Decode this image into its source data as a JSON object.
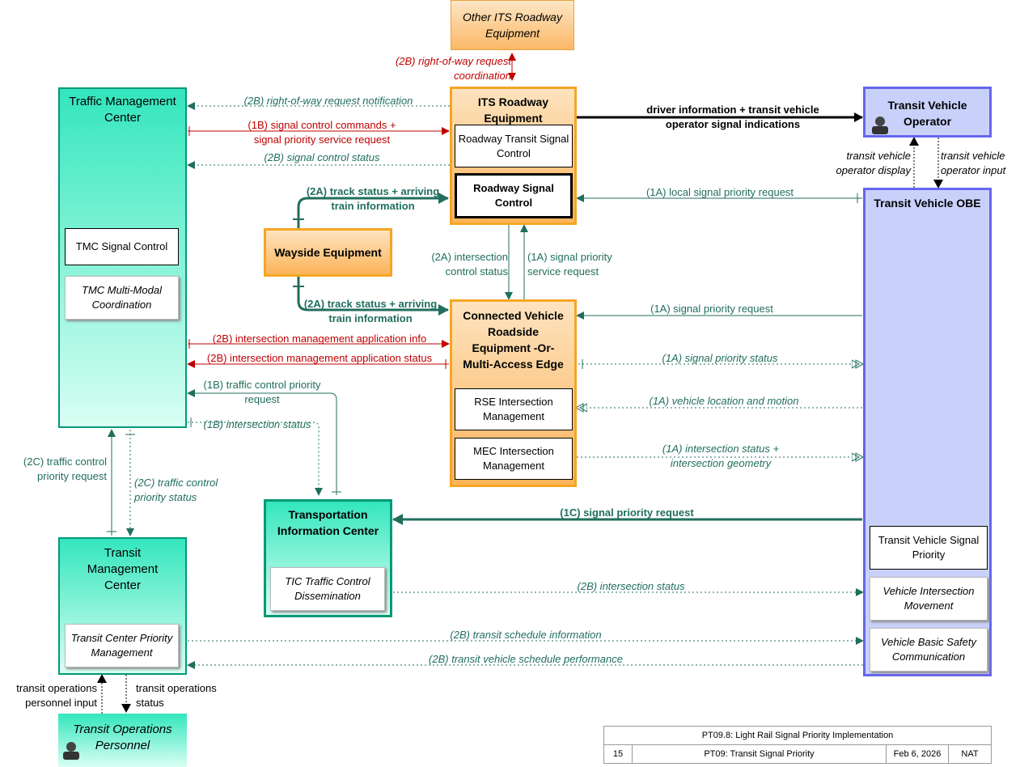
{
  "nodes": {
    "other_its": "Other ITS Roadway Equipment",
    "tmc": "Traffic Management Center",
    "tmc_signal_control": "TMC Signal Control",
    "tmc_multimodal": "TMC Multi-Modal Coordination",
    "its_roadway": "ITS Roadway Equipment",
    "roadway_transit_signal": "Roadway Transit Signal Control",
    "roadway_signal_control": "Roadway Signal Control",
    "wayside": "Wayside Equipment",
    "cv_rse": "Connected Vehicle Roadside Equipment -Or- Multi-Access Edge",
    "rse_intersection": "RSE Intersection Management",
    "mec_intersection": "MEC Intersection Management",
    "transit_operator": "Transit Vehicle Operator",
    "transit_obe": "Transit Vehicle OBE",
    "tv_signal_priority": "Transit Vehicle Signal Priority",
    "vehicle_intersection_movement": "Vehicle Intersection Movement",
    "vehicle_bsc": "Vehicle Basic Safety Communication",
    "tic": "Transportation Information Center",
    "tic_dissemination": "TIC Traffic Control Dissemination",
    "transit_mgmt": "Transit Management Center",
    "transit_center_priority": "Transit Center Priority Management",
    "transit_ops_personnel": "Transit Operations Personnel"
  },
  "flows": {
    "row_coord": "(2B) right-of-way request coordination",
    "row_notification": "(2B) right-of-way request notification",
    "signal_cmds": "(1B) signal control commands + signal priority service request",
    "signal_status": "(2B) signal control status",
    "driver_info": "driver information + transit vehicle operator signal indications",
    "op_display": "transit vehicle operator display",
    "op_input": "transit vehicle operator input",
    "track_status_1": "(2A) track status + arriving train information",
    "local_priority": "(1A) local signal priority request",
    "intersection_control_status": "(2A) intersection control status",
    "priority_service_request": "(1A) signal priority service request",
    "track_status_2": "(2A) track status + arriving train information",
    "signal_priority_request_1a": "(1A) signal priority request",
    "im_app_info": "(2B) intersection management application info",
    "im_app_status": "(2B) intersection management application status",
    "signal_priority_status": "(1A) signal priority status",
    "traffic_control_priority_request_1b": "(1B) traffic control priority request",
    "vehicle_location": "(1A) vehicle location and motion",
    "intersection_status_1b": "(1B) intersection status",
    "intersection_status_geometry": "(1A) intersection status + intersection geometry",
    "tc_priority_request_2c": "(2C) traffic control priority request",
    "tc_priority_status_2c": "(2C) traffic control priority status",
    "signal_priority_request_1c": "(1C) signal priority request",
    "intersection_status_2b": "(2B) intersection status",
    "transit_schedule_info": "(2B) transit schedule information",
    "transit_schedule_perf": "(2B) transit vehicle schedule performance",
    "ops_input": "transit operations personnel input",
    "ops_status": "transit operations status"
  },
  "title_block": {
    "title": "PT09.8: Light Rail Signal Priority Implementation",
    "page": "15",
    "package": "PT09: Transit Signal Priority",
    "date": "Feb 6, 2026",
    "scope": "NAT"
  },
  "colors": {
    "red_flow": "#c00000",
    "green_flow": "#206e5e",
    "teal_fill": "#33e6bd",
    "orange_fill": "#fcb45a",
    "blue_fill": "#c9d1fb"
  }
}
